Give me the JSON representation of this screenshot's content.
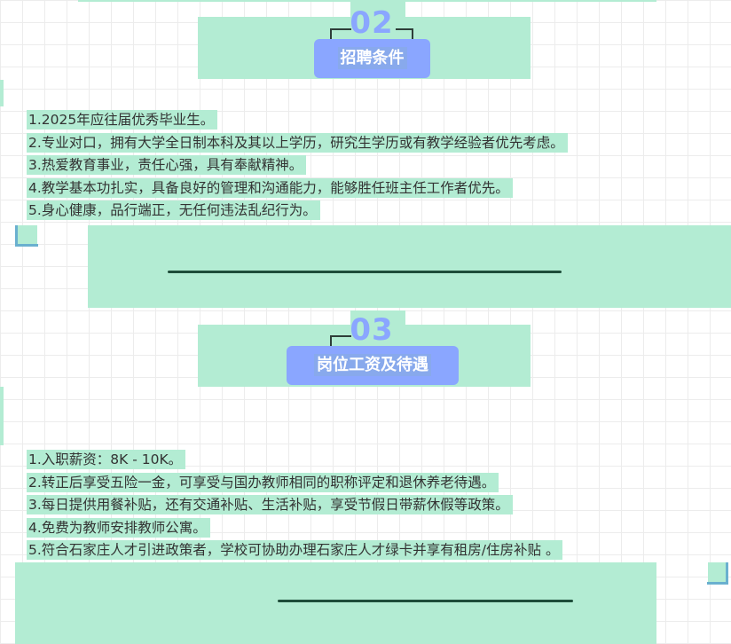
{
  "sections": [
    {
      "number": "02",
      "title": "招聘条件",
      "items": [
        "1.2025年应往届优秀毕业生。",
        "2.专业对口，拥有大学全日制本科及其以上学历，研究生学历或有教学经验者优先考虑。",
        "3.热爱教育事业，责任心强，具有奉献精神。",
        "4.教学基本功扎实，具备良好的管理和沟通能力，能够胜任班主任工作者优先。",
        "5.身心健康，品行端正，无任何违法乱纪行为。"
      ]
    },
    {
      "number": "03",
      "title": "岗位工资及待遇",
      "items": [
        "1.入职薪资：8K - 10K。",
        "2.转正后享受五险一金，可享受与国办教师相同的职称评定和退休养老待遇。",
        "3.每日提供用餐补贴，还有交通补贴、生活补贴，享受节假日带薪休假等政策。",
        "4.免费为教师安排教师公寓。",
        "5.符合石家庄人才引进政策者，学校可协助办理石家庄人才绿卡并享有租房/住房补贴 。"
      ]
    }
  ]
}
